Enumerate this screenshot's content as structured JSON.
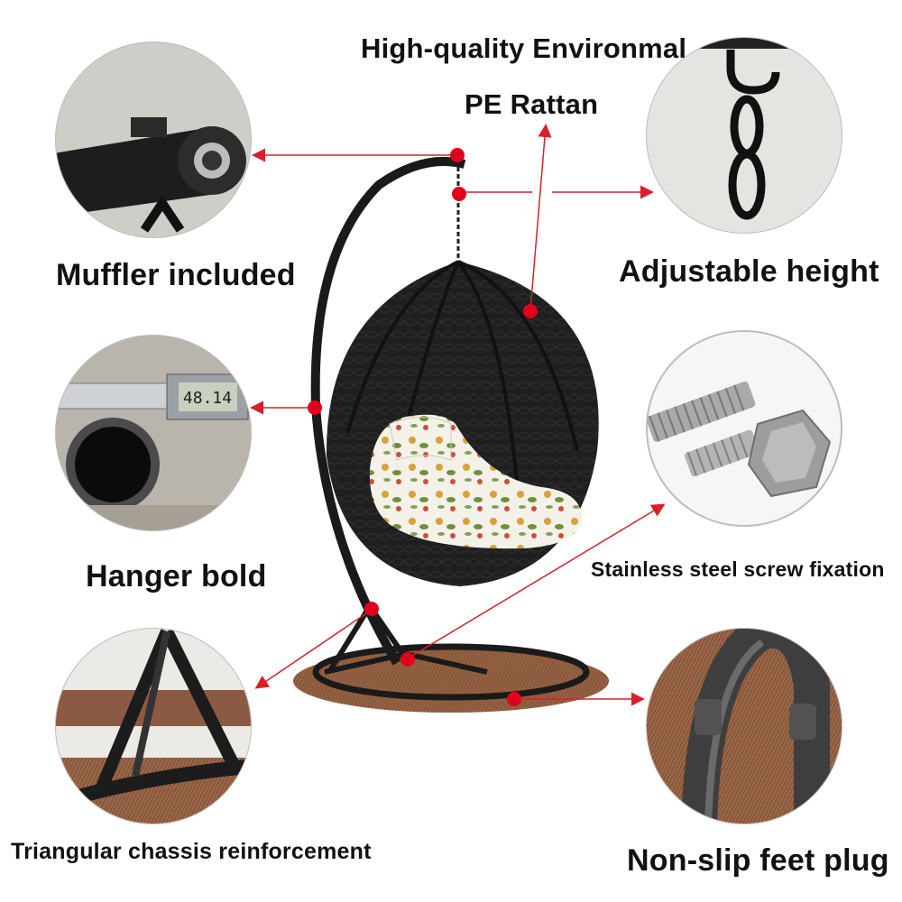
{
  "headline": {
    "line1": "High-quality Environmal",
    "line2": "PE Rattan"
  },
  "features": {
    "muffler": "Muffler included",
    "adjustable_height": "Adjustable height",
    "hanger": "Hanger bold",
    "screw": "Stainless steel screw fixation",
    "chassis": "Triangular chassis reinforcement",
    "feet": "Non-slip feet plug"
  },
  "caliper_reading": "48.14",
  "colors": {
    "callout_dot": "#e0001b",
    "callout_line": "#d9202a",
    "frame": "#1a1a1a",
    "rug": "#8a5a3c"
  }
}
